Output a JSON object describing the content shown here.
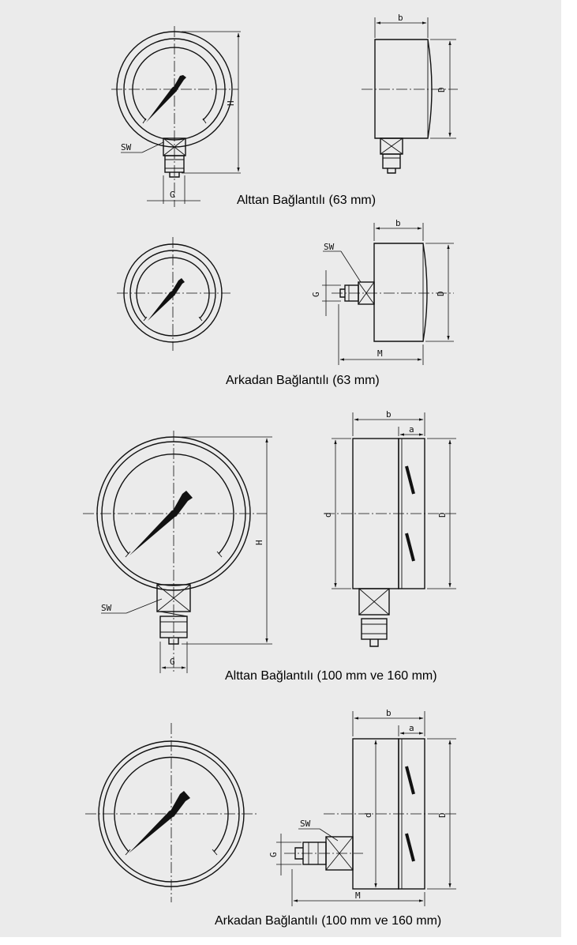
{
  "captions": {
    "c1": "Alttan Bağlantılı (63 mm)",
    "c2": "Arkadan Bağlantılı (63 mm)",
    "c3": "Alttan Bağlantılı (100 mm ve 160 mm)",
    "c4": "Arkadan Bağlantılı (100 mm ve 160 mm)"
  },
  "dims": {
    "sw": "SW",
    "g": "G",
    "h": "H",
    "b": "b",
    "d_upper": "D",
    "d_lower": "d",
    "m": "M",
    "a": "a"
  }
}
